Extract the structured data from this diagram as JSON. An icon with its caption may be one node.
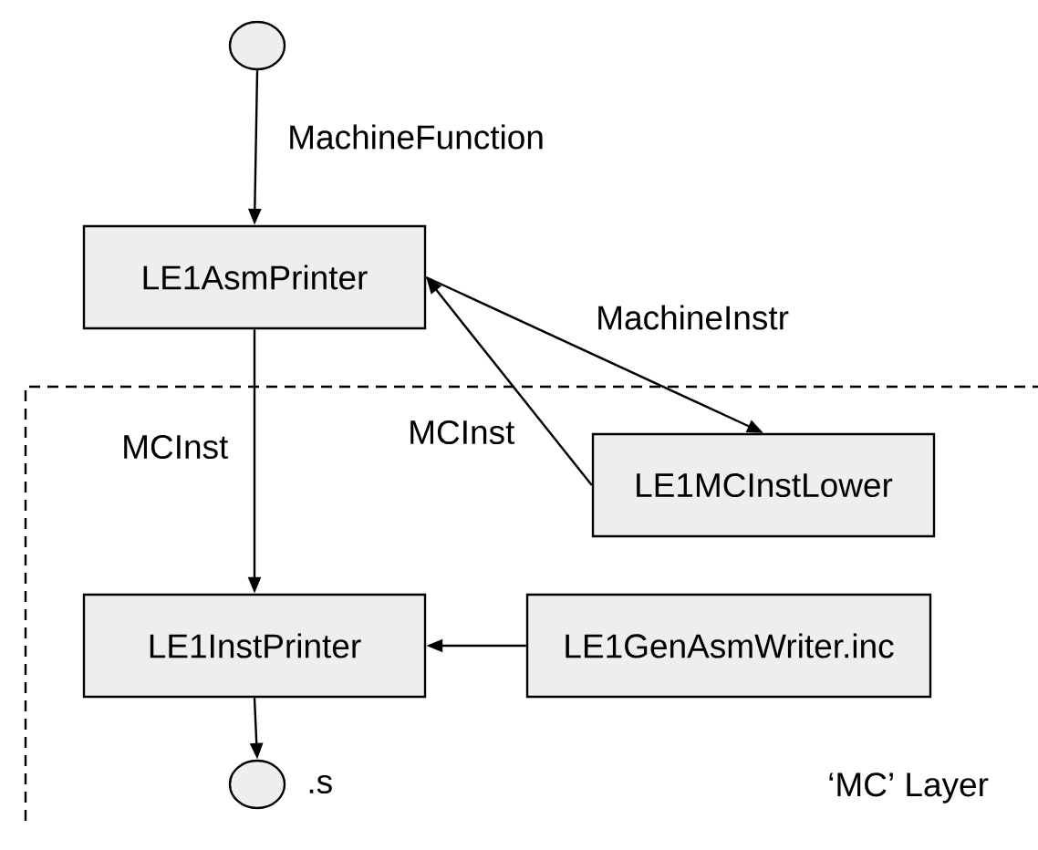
{
  "diagram": {
    "nodes": [
      {
        "text": [],
        "shape": "circle"
      },
      {
        "text": [
          "LE1AsmPrinter"
        ]
      },
      {
        "text": [
          "LE1MCInstLower"
        ]
      },
      {
        "text": [
          "LE1InstPrinter"
        ]
      },
      {
        "text": [
          "LE1GenAsmWriter.inc"
        ]
      },
      {
        "text": [],
        "shape": "circle",
        "beside": [
          ".s"
        ]
      }
    ],
    "edges": [
      {
        "from": 0,
        "to": 1,
        "arrow": "to",
        "label": "MachineFunction"
      },
      {
        "from": 1,
        "to": 2,
        "arrow": "to",
        "label": "MachineInstr"
      },
      {
        "from": 2,
        "to": 1,
        "arrow": "to",
        "label": "MCInst"
      },
      {
        "from": 1,
        "to": 3,
        "arrow": "to",
        "label": "MCInst"
      },
      {
        "from": 4,
        "to": 3,
        "arrow": "to"
      },
      {
        "from": 3,
        "to": 5,
        "arrow": "to"
      }
    ],
    "labels": [
      "‘MC’ Layer"
    ]
  }
}
